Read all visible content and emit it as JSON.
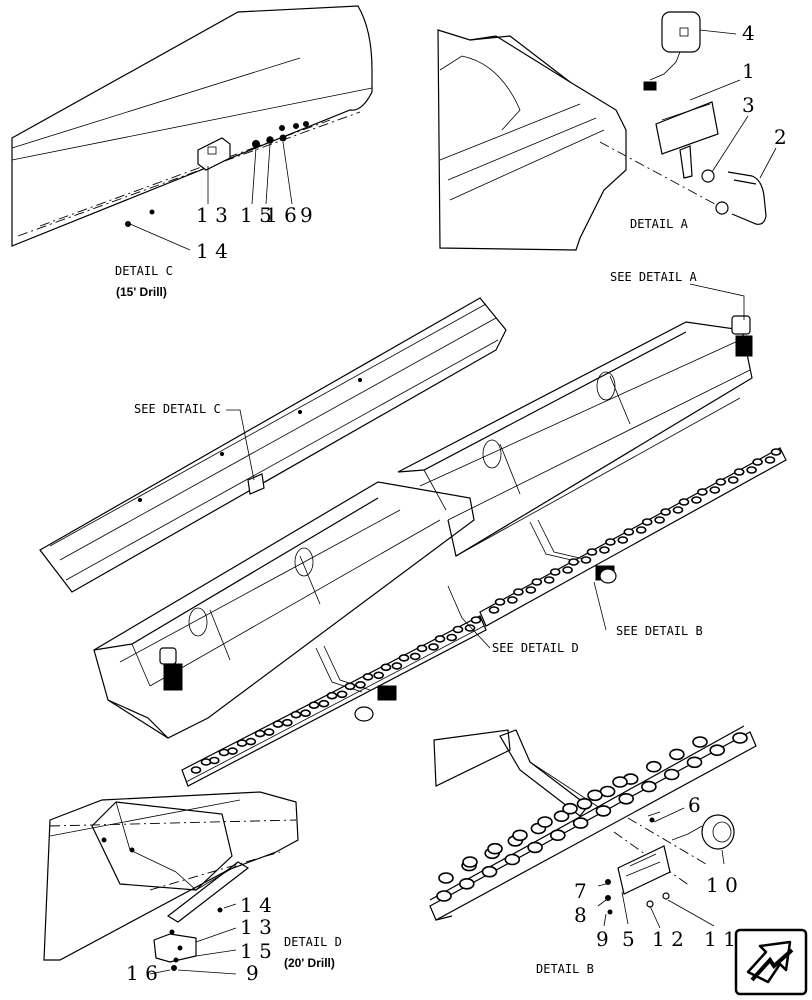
{
  "detail_c": {
    "title": "DETAIL C",
    "subtitle": "(15' Drill)",
    "callouts": [
      "1 3",
      "1 5",
      "1 6",
      "9",
      "1 4"
    ]
  },
  "detail_a": {
    "title": "DETAIL A",
    "callouts": [
      "4",
      "1",
      "3",
      "2"
    ]
  },
  "detail_b": {
    "title": "DETAIL B",
    "callouts": [
      "6",
      "1 0",
      "7",
      "8",
      "9",
      "5",
      "1 2",
      "1 1"
    ]
  },
  "detail_d": {
    "title": "DETAIL D",
    "subtitle": "(20' Drill)",
    "callouts": [
      "1 4",
      "1 3",
      "1 5",
      "1 6",
      "9"
    ]
  },
  "references": {
    "see_a": "SEE DETAIL A",
    "see_c": "SEE DETAIL C",
    "see_b": "SEE DETAIL B",
    "see_d": "SEE DETAIL D"
  },
  "nav": {
    "icon": "return-arrow-icon"
  }
}
